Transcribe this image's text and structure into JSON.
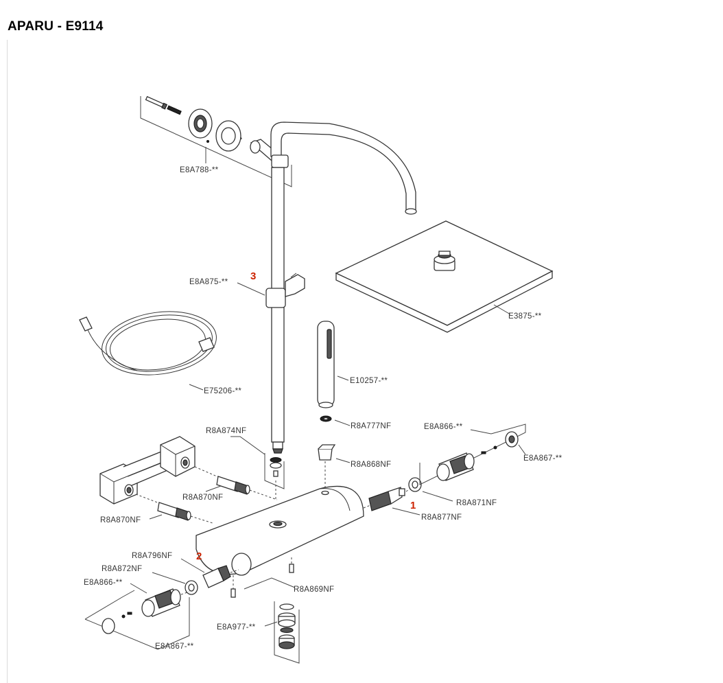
{
  "title": "APARU - E9114",
  "colors": {
    "callout": "#cc2200",
    "line": "#333333",
    "text": "#333333"
  },
  "labels": {
    "wall_bracket": "E8A788-**",
    "slider_holder": "E8A875-**",
    "head_shower": "E3875-**",
    "hose": "E75206-**",
    "hand_shower": "E10257-**",
    "washer_small": "R8A777NF",
    "seal_set_top": "R8A874NF",
    "holder_cup": "R8A868NF",
    "handle_right": "E8A866-**",
    "cap_right": "E8A867-**",
    "connector_upper": "R8A870NF",
    "connector_lower": "R8A870NF",
    "nut_right": "R8A871NF",
    "cartridge_right": "R8A877NF",
    "cartridge_left": "R8A796NF",
    "nut_left": "R8A872NF",
    "handle_left": "E8A866-**",
    "screw_pins": "R8A869NF",
    "aerator_set": "E8A977-**",
    "cap_left": "E8A867-**"
  },
  "callouts": {
    "c1": "1",
    "c2": "2",
    "c3": "3"
  }
}
